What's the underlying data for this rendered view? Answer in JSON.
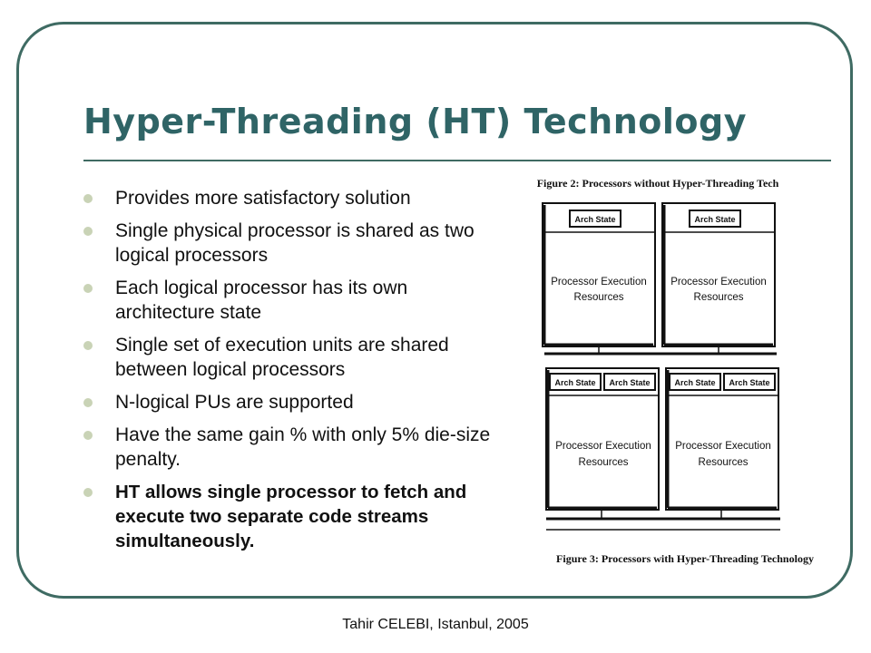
{
  "slide": {
    "title": "Hyper-Threading (HT) Technology",
    "bullets": [
      {
        "text": "Provides more satisfactory solution",
        "bold": false
      },
      {
        "text": "Single physical processor is shared as two logical processors",
        "bold": false
      },
      {
        "text": "Each logical processor has its own architecture state",
        "bold": false
      },
      {
        "text": "Single set of execution units are shared between logical processors",
        "bold": false
      },
      {
        "text": "N-logical PUs are supported",
        "bold": false
      },
      {
        "text": "Have the same gain % with only 5% die-size penalty.",
        "bold": false
      },
      {
        "text": "HT allows single processor to fetch and execute two separate code streams simultaneously.",
        "bold": true
      }
    ],
    "footer": "Tahir CELEBI, Istanbul, 2005"
  },
  "figure": {
    "caption_top": "Figure 2: Processors without Hyper-Threading Tech",
    "caption_bottom": "Figure 3: Processors with Hyper-Threading Technology",
    "arch_state_label": "Arch State",
    "exec_label_line1": "Processor Execution",
    "exec_label_line2": "Resources"
  },
  "colors": {
    "accent": "#2f6466",
    "frame": "#3f6b63",
    "bullet": "#c9d3b6"
  }
}
